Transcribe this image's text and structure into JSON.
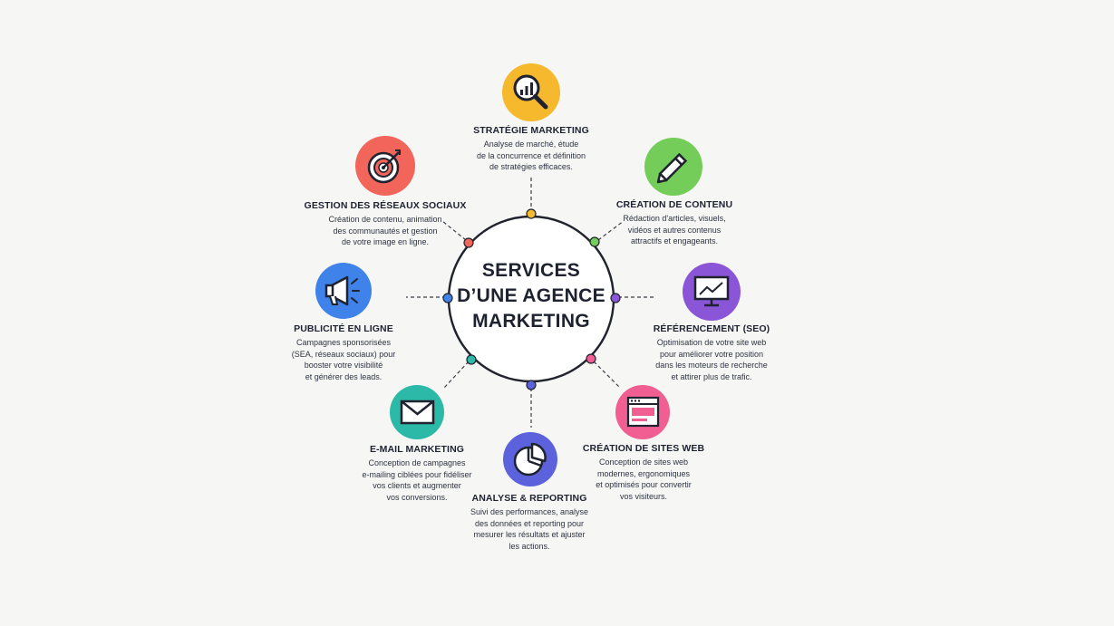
{
  "center": {
    "lines": [
      "SERVICES",
      "D’UNE AGENCE",
      "MARKETING"
    ]
  },
  "services": [
    {
      "id": "strategie",
      "title": "STRATÉGIE MARKETING",
      "desc": [
        "Analyse de marché, étude",
        "de la concurrence et définition",
        "de stratégies efficaces."
      ],
      "color": "#f6b92e",
      "icon": "magnifier-chart-icon"
    },
    {
      "id": "contenu",
      "title": "CRÉATION DE CONTENU",
      "desc": [
        "Rédaction d'articles, visuels,",
        "vidéos et autres contenus",
        "attractifs et engageants."
      ],
      "color": "#74cd58",
      "icon": "pencil-icon"
    },
    {
      "id": "seo",
      "title": "RÉFÉRENCEMENT (SEO)",
      "desc": [
        "Optimisation de votre site web",
        "pour améliorer votre position",
        "dans les moteurs de recherche",
        "et attirer plus de trafic."
      ],
      "color": "#8a55d6",
      "icon": "monitor-chart-icon"
    },
    {
      "id": "sites",
      "title": "CRÉATION DE SITES WEB",
      "desc": [
        "Conception de sites web",
        "modernes, ergonomiques",
        "et optimisés pour convertir",
        "vos visiteurs."
      ],
      "color": "#f05e92",
      "icon": "browser-window-icon"
    },
    {
      "id": "analyse",
      "title": "ANALYSE & REPORTING",
      "desc": [
        "Suivi des performances, analyse",
        "des données et reporting pour",
        "mesurer les résultats et ajuster",
        "les actions."
      ],
      "color": "#5b62dc",
      "icon": "pie-chart-icon"
    },
    {
      "id": "email",
      "title": "E-MAIL MARKETING",
      "desc": [
        "Conception de campagnes",
        "e-mailing ciblées pour fidéliser",
        "vos clients et augmenter",
        "vos conversions."
      ],
      "color": "#2db9a8",
      "icon": "envelope-icon"
    },
    {
      "id": "pub",
      "title": "PUBLICITÉ EN LIGNE",
      "desc": [
        "Campagnes sponsorisées",
        "(SEA, réseaux sociaux) pour",
        "booster votre visibilité",
        "et générer des leads."
      ],
      "color": "#3f82ea",
      "icon": "megaphone-icon"
    },
    {
      "id": "social",
      "title": "GESTION DES RÉSEAUX SOCIAUX",
      "desc": [
        "Création de contenu, animation",
        "des communautés et gestion",
        "de votre image en ligne."
      ],
      "color": "#f2655a",
      "icon": "target-icon"
    }
  ]
}
